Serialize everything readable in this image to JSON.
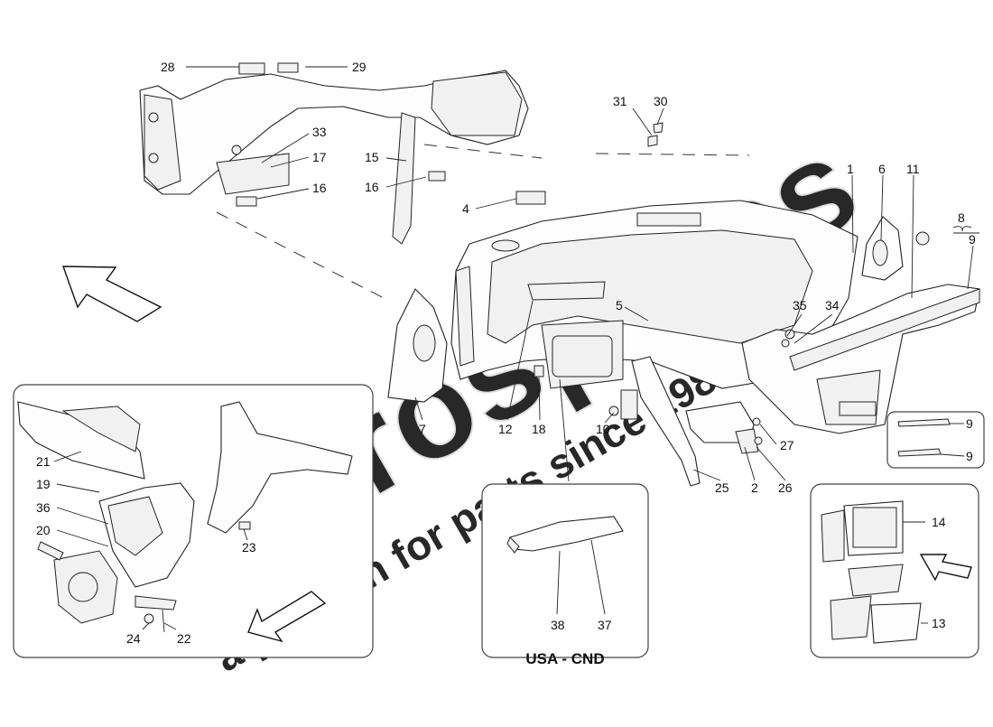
{
  "watermark": {
    "brand": "eurospares",
    "tagline": "a passion for parts since 1985"
  },
  "callouts": [
    "28",
    "29",
    "33",
    "17",
    "16",
    "15",
    "16",
    "31",
    "30",
    "4",
    "1",
    "6",
    "11",
    "8",
    "9",
    "5",
    "35",
    "34",
    "7",
    "12",
    "18",
    "10",
    "2",
    "25",
    "26",
    "27",
    "21",
    "19",
    "36",
    "20",
    "23",
    "24",
    "22",
    "9",
    "9",
    "38",
    "37",
    "14",
    "13"
  ],
  "inset_label": "USA - CND",
  "colors": {
    "line": "#222222",
    "watermark": "#e6e6e6",
    "watermark_tagline": "#f3f0a0"
  }
}
